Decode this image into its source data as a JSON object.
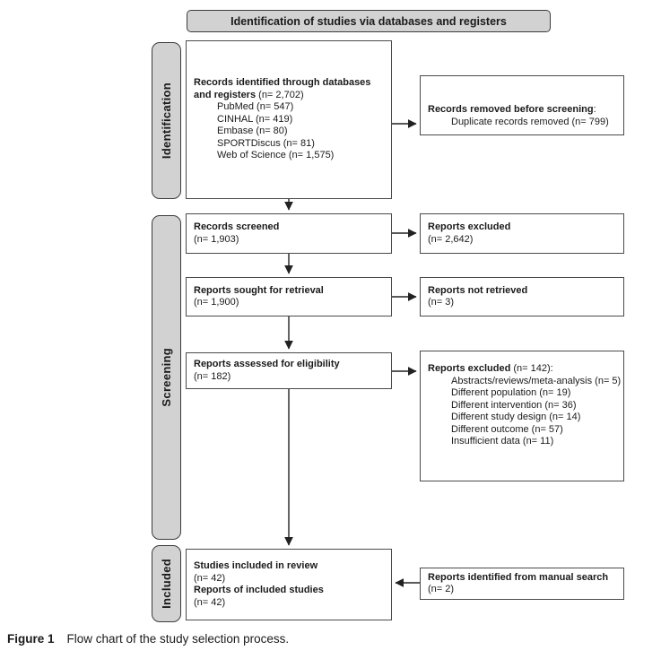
{
  "figure": {
    "header_title": "Identification of studies via databases and registers",
    "caption_label": "Figure 1",
    "caption_text": "Flow chart of the study selection process."
  },
  "stages": [
    {
      "label": "Identification"
    },
    {
      "label": "Screening"
    },
    {
      "label": "Included"
    }
  ],
  "flow": {
    "records_identified": {
      "title": "Records identified through databases and registers",
      "n": "(n= 2,702)",
      "sources": [
        "PubMed (n= 547)",
        "CINHAL (n= 419)",
        "Embase (n= 80)",
        "SPORTDiscus (n= 81)",
        "Web of Science (n= 1,575)"
      ]
    },
    "records_removed": {
      "title": "Records removed before screening",
      "title_suffix": ":",
      "items": [
        "Duplicate records removed (n= 799)"
      ]
    },
    "records_screened": {
      "title": "Records screened",
      "n": "(n= 1,903)"
    },
    "reports_excluded_screening": {
      "title": "Reports excluded",
      "n": "(n= 2,642)"
    },
    "reports_sought": {
      "title": "Reports sought for retrieval",
      "n": "(n= 1,900)"
    },
    "reports_not_retrieved": {
      "title": "Reports not retrieved",
      "n": "(n= 3)"
    },
    "reports_assessed": {
      "title": "Reports assessed for eligibility",
      "n": "(n= 182)"
    },
    "reports_excluded_eligibility": {
      "title": "Reports excluded",
      "n_suffix": "(n= 142):",
      "reasons": [
        "Abstracts/reviews/meta-analysis (n= 5)",
        "Different population (n= 19)",
        "Different intervention (n= 36)",
        "Different study design (n= 14)",
        "Different outcome (n= 57)",
        "Insufficient data (n= 11)"
      ]
    },
    "studies_included": {
      "title1": "Studies included in review",
      "n1": "(n= 42)",
      "title2": "Reports of included studies",
      "n2": "(n= 42)"
    },
    "manual_search": {
      "title": "Reports identified from manual search",
      "n": "(n= 2)"
    }
  },
  "colors": {
    "label_fill": "#d2d2d2",
    "box_border": "#4a4a4a",
    "arrow": "#222222",
    "text": "#1a1a1a"
  }
}
